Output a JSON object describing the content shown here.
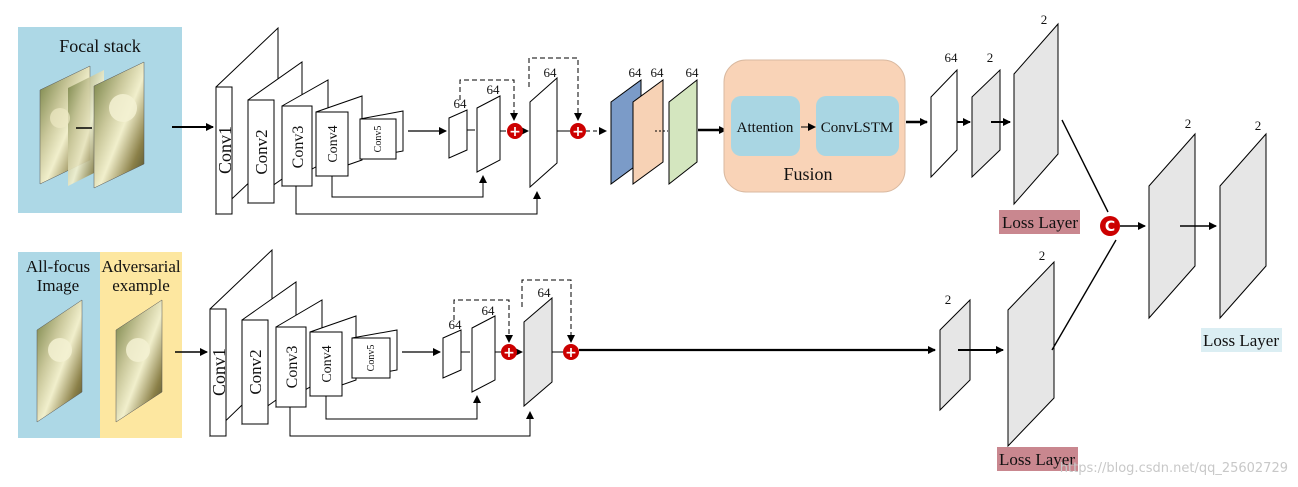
{
  "inputs": {
    "focal_stack": "Focal stack",
    "all_focus_line1": "All-focus",
    "all_focus_line2": "Image",
    "adversarial_line1": "Adversarial",
    "adversarial_line2": "example"
  },
  "convs": [
    "Conv1",
    "Conv2",
    "Conv3",
    "Conv4",
    "Conv5"
  ],
  "channels": {
    "c64": "64",
    "c2": "2"
  },
  "fusion": {
    "attention": "Attention",
    "convlstm": "ConvLSTM",
    "label": "Fusion"
  },
  "loss_layer": "Loss Layer",
  "concat_symbol": "C",
  "add_symbol": "+",
  "watermark": "https://blog.csdn.net/qq_25602729",
  "colors": {
    "input_bg": "#add8e6",
    "adversarial_bg": "#fde7a0",
    "fusion_bg": "#f9d3b7",
    "fusion_box": "#a9d6e3",
    "feat_blue": "#7b9bc8",
    "feat_orange": "#f7d2b5",
    "feat_green": "#d4e6bf",
    "loss_bg": "#c9878f",
    "loss_bg2": "#dbeef3",
    "op_red": "#cc0000"
  }
}
